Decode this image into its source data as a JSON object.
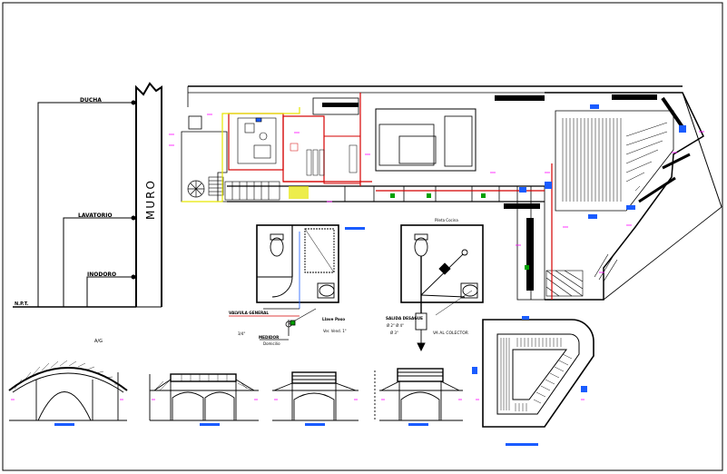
{
  "drawing": {
    "wall_label": "MURO",
    "riser_labels": {
      "shower": "DUCHA",
      "lavatory": "LAVATORIO",
      "toilet": "INODORO",
      "floor_level": "N.P.T."
    },
    "section_caption": "A/G",
    "plumbing_notes": {
      "valve": "VALVULA GENERAL",
      "valve_sub": "3/4\"",
      "meter": "MEDIDOR",
      "meter_sub": "Domicilio",
      "pipe": "Llave Paso",
      "pipe_sub": "Ver. Vend. 1\"",
      "drain_a": "SALIDA DESAGUE",
      "drain_b": "Ø 2\" Ø 4\"",
      "drain_c": "Ø 3\"",
      "collector": "VA AL COLECTOR",
      "sink_note": "Pileta Cocina"
    },
    "colors": {
      "line": "#000000",
      "wall": "#d40000",
      "annotation": "#ff00ff",
      "tag": "#1a5cff",
      "fixture": "#00a000",
      "highlight": "#e6e600"
    }
  }
}
